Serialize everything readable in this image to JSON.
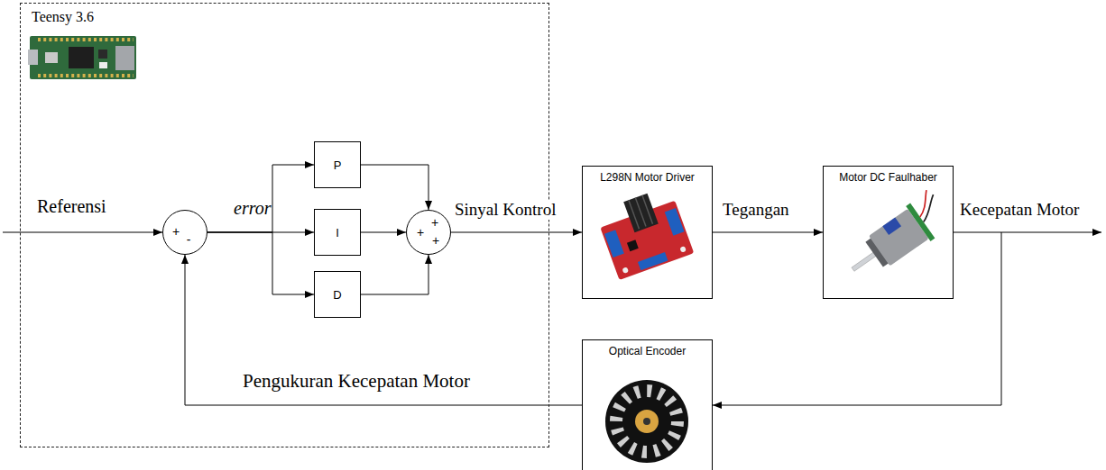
{
  "diagram": {
    "nodes": [
      {
        "text": [
          "Teensy 3.6"
        ]
      },
      {
        "text": [
          "+",
          "-"
        ],
        "in": 0
      },
      {
        "text": [
          "P"
        ],
        "in": 0
      },
      {
        "text": [
          "I"
        ],
        "in": 0
      },
      {
        "text": [
          "D"
        ],
        "in": 0
      },
      {
        "text": [
          "+",
          "+",
          "+"
        ],
        "in": 0
      },
      {
        "text": [
          "L298N Motor Driver"
        ]
      },
      {
        "text": [
          "Motor DC Faulhaber"
        ]
      },
      {
        "text": [
          "Optical Encoder"
        ]
      }
    ],
    "edges": [
      {
        "from": 1,
        "to": 2,
        "arrow": "to"
      },
      {
        "from": 1,
        "to": 3,
        "arrow": "to"
      },
      {
        "from": 1,
        "to": 4,
        "arrow": "to"
      },
      {
        "from": 2,
        "to": 5,
        "arrow": "to"
      },
      {
        "from": 3,
        "to": 5,
        "arrow": "to"
      },
      {
        "from": 4,
        "to": 5,
        "arrow": "to"
      },
      {
        "from": 5,
        "to": 6,
        "label": "Sinyal Kontrol",
        "arrow": "to"
      },
      {
        "from": 6,
        "to": 7,
        "label": "Tegangan",
        "arrow": "to"
      },
      {
        "from": 7,
        "to": 8,
        "arrow": "to"
      },
      {
        "from": 8,
        "to": 1,
        "label": "Pengukuran Kecepatan Motor",
        "arrow": "to"
      }
    ],
    "labels": [
      "Referensi",
      "error",
      "Kecepatan Motor"
    ]
  }
}
